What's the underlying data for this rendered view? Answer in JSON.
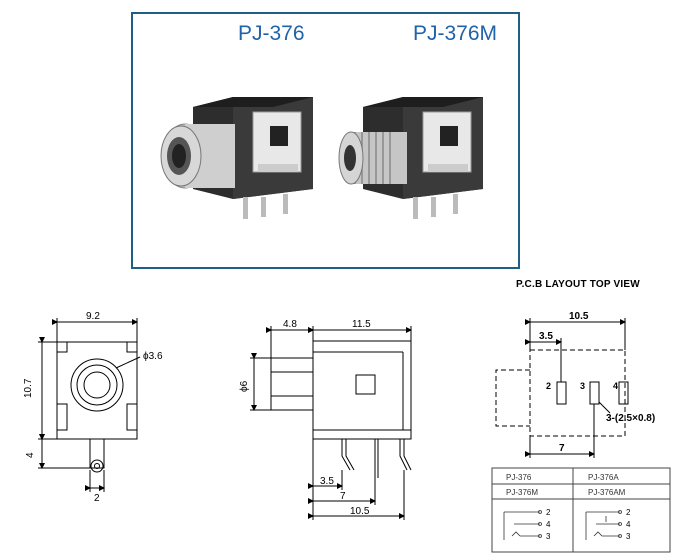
{
  "titles": {
    "left_model": "PJ-376",
    "right_model": "PJ-376M"
  },
  "layout_caption": "P.C.B LAYOUT    TOP VIEW",
  "front_view": {
    "width": "9.2",
    "height": "10.7",
    "hole_dia": "ϕ3.6",
    "pin_len": "4",
    "pin_w": "2"
  },
  "side_view": {
    "nose_len": "4.8",
    "body_len": "11.5",
    "nose_dia": "ϕ6",
    "pin_a": "3.5",
    "pin_b": "7",
    "pin_c": "10.5"
  },
  "pcb_view": {
    "total": "10.5",
    "first": "3.5",
    "second": "7",
    "pin_labels": [
      "2",
      "3",
      "4"
    ],
    "hole_note": "3-(2.5×0.8)"
  },
  "table": {
    "headers": [
      [
        "PJ-376",
        "PJ-376A"
      ],
      [
        "PJ-376M",
        "PJ-376AM"
      ]
    ],
    "pins": [
      "2",
      "4",
      "3"
    ]
  }
}
